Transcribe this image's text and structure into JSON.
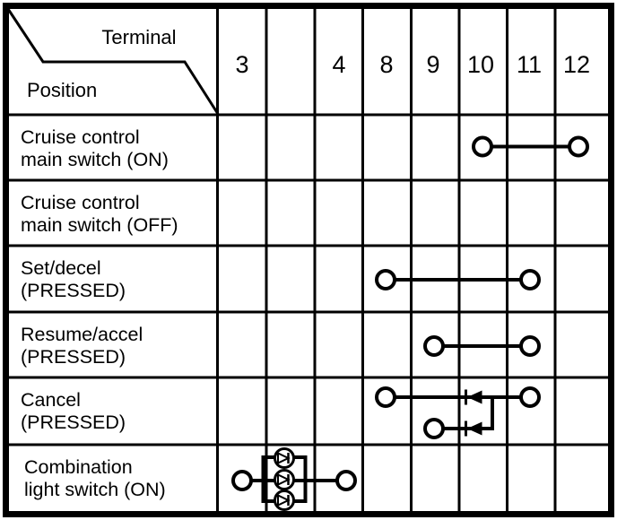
{
  "colors": {
    "ink": "#000000",
    "paper": "#ffffff"
  },
  "header": {
    "corner_top": "Terminal",
    "corner_bottom": "Position",
    "terminals": [
      "3",
      "",
      "4",
      "8",
      "9",
      "10",
      "11",
      "12"
    ]
  },
  "rows": [
    {
      "label_line1": "Cruise control",
      "label_line2": "main switch (ON)"
    },
    {
      "label_line1": "Cruise control",
      "label_line2": "main switch (OFF)"
    },
    {
      "label_line1": "Set/decel",
      "label_line2": "(PRESSED)"
    },
    {
      "label_line1": "Resume/accel",
      "label_line2": "(PRESSED)"
    },
    {
      "label_line1": "Cancel",
      "label_line2": "(PRESSED)"
    },
    {
      "label_line1": "Combination",
      "label_line2": "light switch (ON)"
    }
  ],
  "connections": [
    {
      "row_index": 0,
      "kind": "continuity",
      "between": [
        "10",
        "12"
      ]
    },
    {
      "row_index": 1,
      "kind": "none",
      "between": []
    },
    {
      "row_index": 2,
      "kind": "continuity",
      "between": [
        "8",
        "11"
      ]
    },
    {
      "row_index": 3,
      "kind": "continuity",
      "between": [
        "9",
        "11"
      ]
    },
    {
      "row_index": 4,
      "kind": "diode-merge",
      "to": "11",
      "branches": [
        {
          "from": "8",
          "lane": "top"
        },
        {
          "from": "9",
          "lane": "bottom"
        }
      ],
      "diode_pointing": "left"
    },
    {
      "row_index": 5,
      "kind": "parallel-diode-box",
      "between": [
        "3",
        "4"
      ],
      "diode_count": 3,
      "diode_pointing": "right"
    }
  ]
}
